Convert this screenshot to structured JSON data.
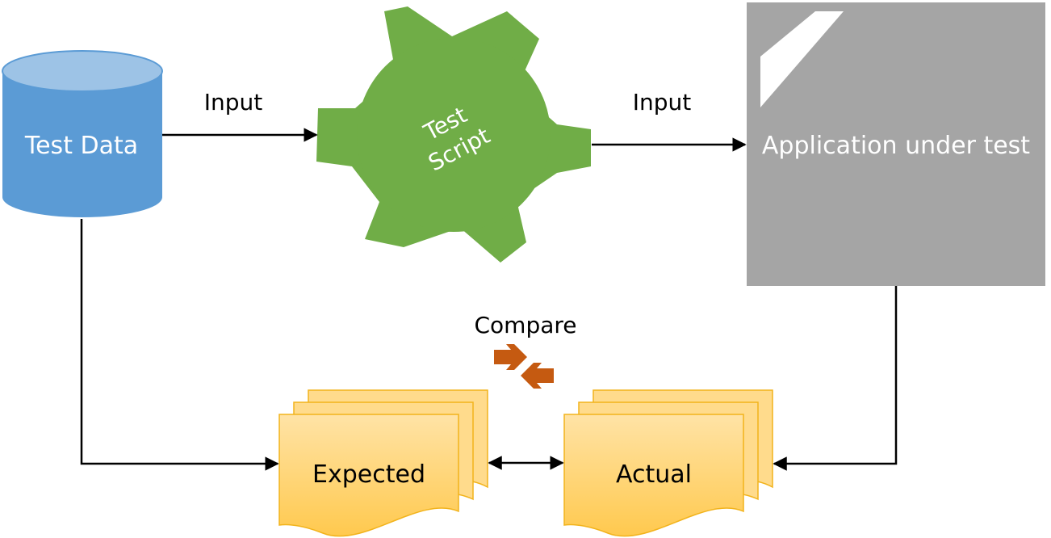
{
  "nodes": {
    "test_data": {
      "label": "Test Data",
      "shape": "cylinder",
      "color": "#5B9BD5",
      "top_color": "#9DC3E6"
    },
    "test_script": {
      "label_line1": "Test",
      "label_line2": "Script",
      "shape": "gear",
      "color": "#70AD47"
    },
    "application": {
      "label": "Application under test",
      "shape": "window",
      "color": "#A5A5A5"
    },
    "expected": {
      "label": "Expected",
      "shape": "multi-document",
      "color": "#FFD27A",
      "border": "#F2B31B"
    },
    "actual": {
      "label": "Actual",
      "shape": "multi-document",
      "color": "#FFD27A",
      "border": "#F2B31B"
    }
  },
  "edges": {
    "data_to_script": {
      "label": "Input"
    },
    "script_to_app": {
      "label": "Input"
    },
    "data_to_expected": {
      "label": ""
    },
    "app_to_actual": {
      "label": ""
    },
    "expected_actual": {
      "label": ""
    }
  },
  "compare": {
    "label": "Compare",
    "icon": "compare-arrows-icon",
    "color": "#C55A11"
  },
  "colors": {
    "arrow": "#000000",
    "label_dark": "#000000",
    "label_light": "#ffffff"
  }
}
